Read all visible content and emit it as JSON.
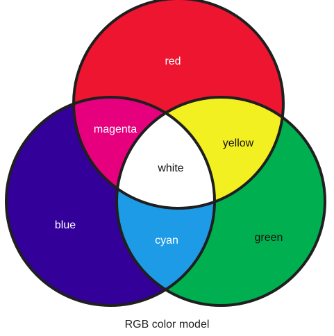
{
  "diagram": {
    "caption": "RGB color model",
    "regions": {
      "red": {
        "label": "red",
        "color": "#ee1530"
      },
      "green": {
        "label": "green",
        "color": "#00b050"
      },
      "blue": {
        "label": "blue",
        "color": "#330099"
      },
      "magenta": {
        "label": "magenta",
        "color": "#e6007e"
      },
      "yellow": {
        "label": "yellow",
        "color": "#f2f020"
      },
      "cyan": {
        "label": "cyan",
        "color": "#1e9be6"
      },
      "white": {
        "label": "white",
        "color": "#ffffff"
      }
    },
    "outline_color": "#1f1f1f",
    "label_colors": {
      "light": "#ffffff",
      "dark": "#111111"
    }
  }
}
